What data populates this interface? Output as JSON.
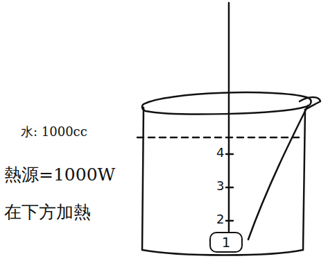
{
  "diagram": {
    "nodes": [
      {
        "text": [
          "1"
        ]
      }
    ],
    "labels": [
      "4",
      "3",
      "2",
      "水: 1000cc",
      "熱源=1000W",
      "在下方加熱"
    ]
  }
}
